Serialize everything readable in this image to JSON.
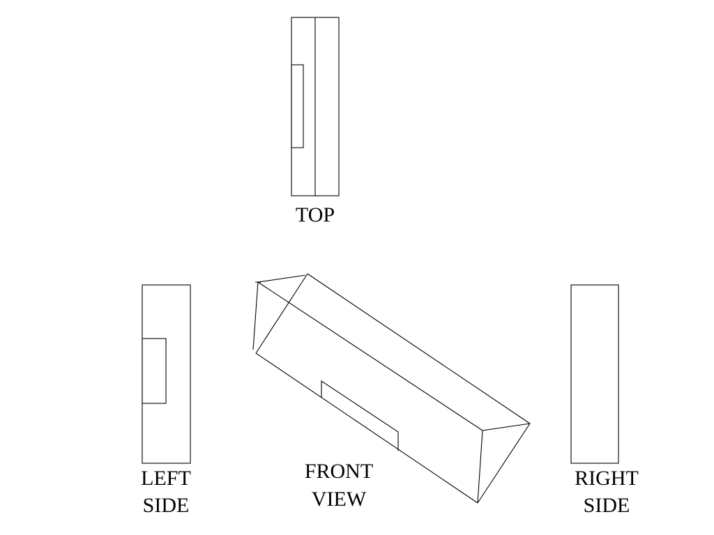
{
  "diagram": {
    "views": {
      "top": {
        "label": "TOP"
      },
      "left_side": {
        "label_line1": "LEFT",
        "label_line2": "SIDE"
      },
      "front": {
        "label_line1": "FRONT",
        "label_line2": "VIEW"
      },
      "right_side": {
        "label_line1": "RIGHT",
        "label_line2": "SIDE"
      }
    },
    "colors": {
      "background": "#ffffff",
      "line": "#000000"
    }
  }
}
